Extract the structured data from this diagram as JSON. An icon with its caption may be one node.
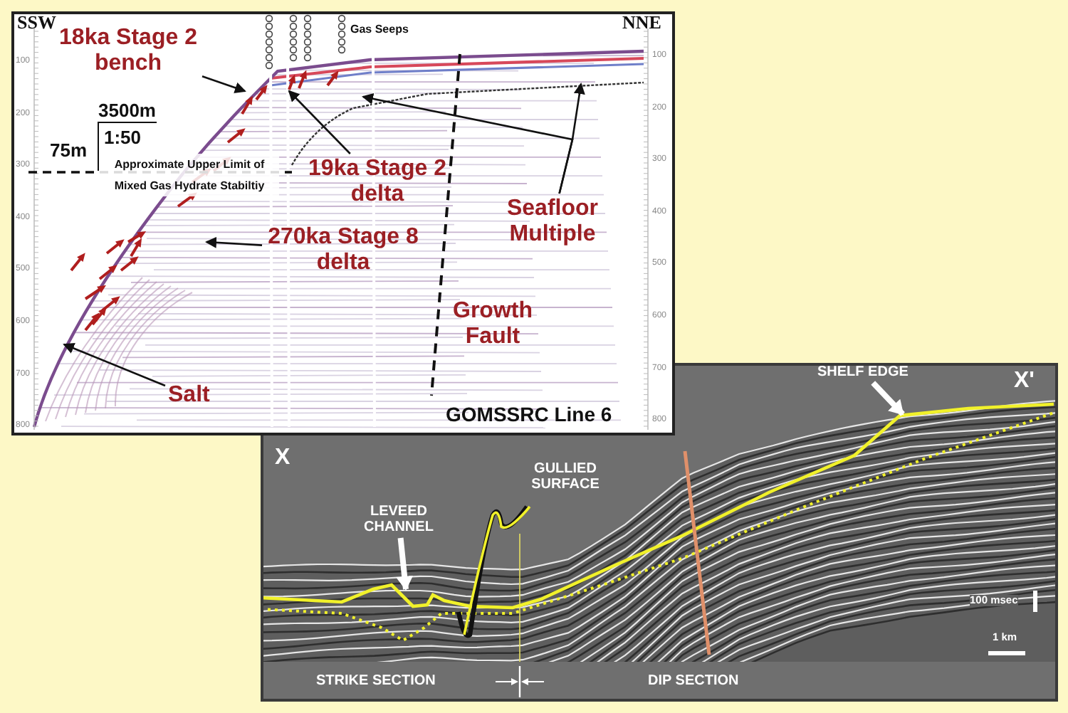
{
  "diagram": {
    "nodes": [
      {
        "text": [
          "18ka Stage 2 bench"
        ]
      },
      {
        "text": [
          "19ka Stage 2 delta"
        ]
      },
      {
        "text": [
          "270ka Stage 8 delta"
        ]
      },
      {
        "text": [
          "Seafloor Multiple"
        ]
      },
      {
        "text": [
          "Salt"
        ]
      },
      {
        "text": [
          "SHELF EDGE"
        ]
      },
      {
        "text": [
          "LEVEED CHANNEL"
        ]
      }
    ],
    "edges": [
      {
        "from": 0,
        "to": null,
        "arrow": "to"
      },
      {
        "from": 1,
        "to": null,
        "arrow": "to"
      },
      {
        "from": 2,
        "to": null,
        "arrow": "to"
      },
      {
        "from": 3,
        "to": null,
        "arrow": "to"
      },
      {
        "from": 3,
        "to": null,
        "arrow": "to"
      },
      {
        "from": 4,
        "to": null,
        "arrow": "to"
      },
      {
        "from": 5,
        "to": null,
        "arrow": "to",
        "style": "thick",
        "color": "#ffffff"
      },
      {
        "from": 6,
        "to": null,
        "arrow": "to",
        "style": "thick",
        "color": "#ffffff"
      }
    ],
    "labels": [
      "SSW",
      "Gas Seeps",
      "NNE",
      "100",
      "200",
      "300",
      "400",
      "500",
      "600",
      "700",
      "800",
      "100",
      "200",
      "300",
      "400",
      "500",
      "600",
      "700",
      "800",
      "3500m",
      "1:50",
      "75m",
      "Approximate Upper Limit of Mixed Gas Hydrate Stabiltiy",
      "Growth Fault",
      "GOMSSRC Line 6",
      "X'",
      "X",
      "GULLIED SURFACE",
      "100 msec",
      "1 km",
      "STRIKE SECTION",
      "DIP SECTION"
    ]
  }
}
